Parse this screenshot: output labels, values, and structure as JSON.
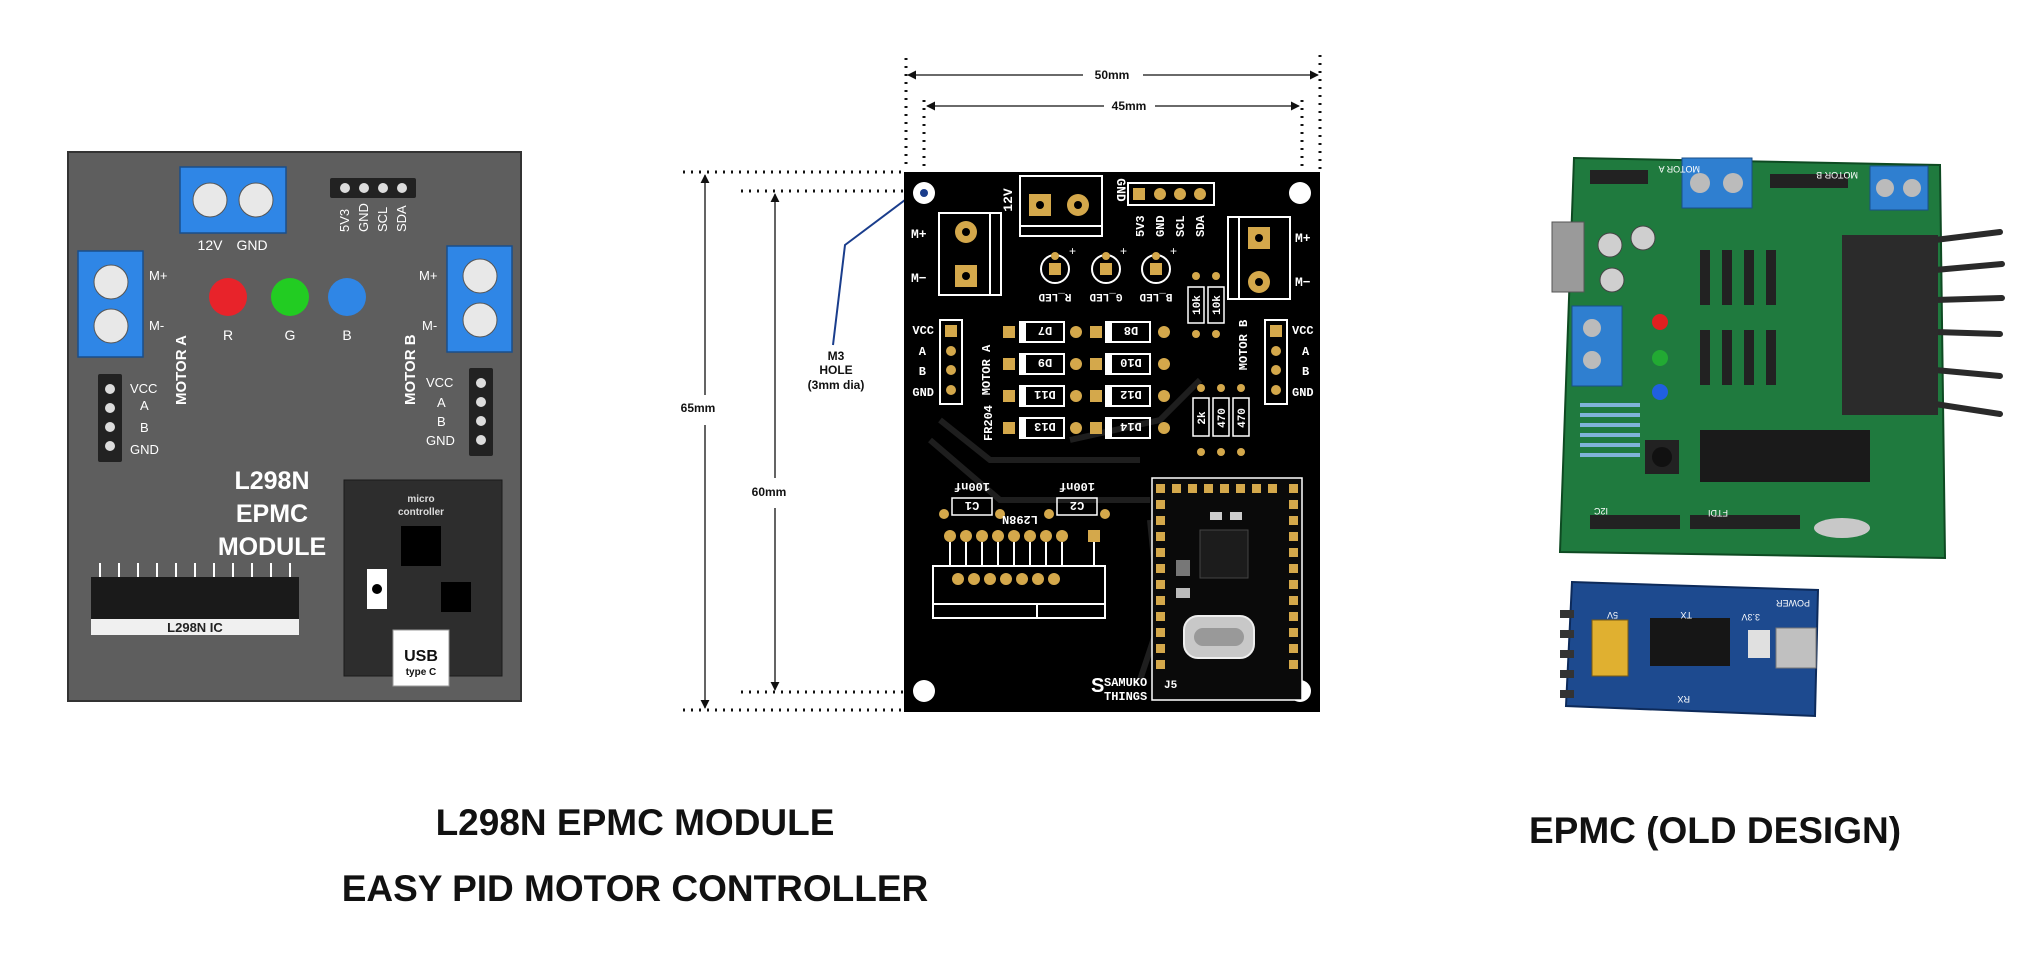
{
  "module": {
    "terminal_power": [
      "12V",
      "GND"
    ],
    "i2c_pins": [
      "5V3",
      "GND",
      "SCL",
      "SDA"
    ],
    "motor_pins": [
      "M+",
      "M-"
    ],
    "motor_a_label": "MOTOR A",
    "motor_b_label": "MOTOR B",
    "encoder_pins": [
      "VCC",
      "A",
      "B",
      "GND"
    ],
    "leds": [
      {
        "label": "R",
        "color": "#e8232a"
      },
      {
        "label": "G",
        "color": "#22cc22"
      },
      {
        "label": "B",
        "color": "#2f86e6"
      }
    ],
    "title_lines": [
      "L298N",
      "EPMC",
      "MODULE"
    ],
    "ic_label": "L298N IC",
    "mcu_label_lines": [
      "micro",
      "controller"
    ],
    "usb_label": "USB",
    "usb_sub": "type C"
  },
  "pcb": {
    "dim_width_outer": "50mm",
    "dim_width_inner": "45mm",
    "dim_height_outer": "65mm",
    "dim_height_inner": "60mm",
    "hole_note": [
      "M3",
      "HOLE",
      "(3mm dia)"
    ],
    "power_label": "12V",
    "power_gnd": "GND",
    "i2c_pins": [
      "5V3",
      "GND",
      "SCL",
      "SDA"
    ],
    "motor_pins": [
      "M+",
      "M−"
    ],
    "motor_a_label": "MOTOR A",
    "motor_b_label": "MOTOR B",
    "encoder_pins": [
      "VCC",
      "A",
      "B",
      "GND"
    ],
    "led_labels": [
      "R_LED",
      "G_LED",
      "B_LED"
    ],
    "resistors_top": [
      "10k",
      "10k"
    ],
    "resistors_bottom": [
      "2k",
      "470",
      "470"
    ],
    "diodes_left": [
      "D7",
      "D9",
      "D11",
      "D13"
    ],
    "diodes_right": [
      "D8",
      "D10",
      "D12",
      "D14"
    ],
    "diode_type": "FR204",
    "caps": [
      "C1",
      "C2"
    ],
    "cap_value": "100nf",
    "ic_label": "L298N",
    "brand": [
      "SAMUKO",
      "THINGS"
    ],
    "mcu_ref": "J5",
    "colors": {
      "board": "#000000",
      "pad": "#d4a84b"
    }
  },
  "captions": {
    "main_line1": "L298N EPMC MODULE",
    "main_line2": "EASY PID MOTOR CONTROLLER",
    "old_design": "EPMC (OLD DESIGN)"
  },
  "photo": {
    "old_board_labels": [
      "MOTOR A",
      "MOTOR B",
      "I2C",
      "FTDI"
    ],
    "ftdi_labels": [
      "POWER",
      "5V",
      "3.3V",
      "TX",
      "RX"
    ]
  }
}
